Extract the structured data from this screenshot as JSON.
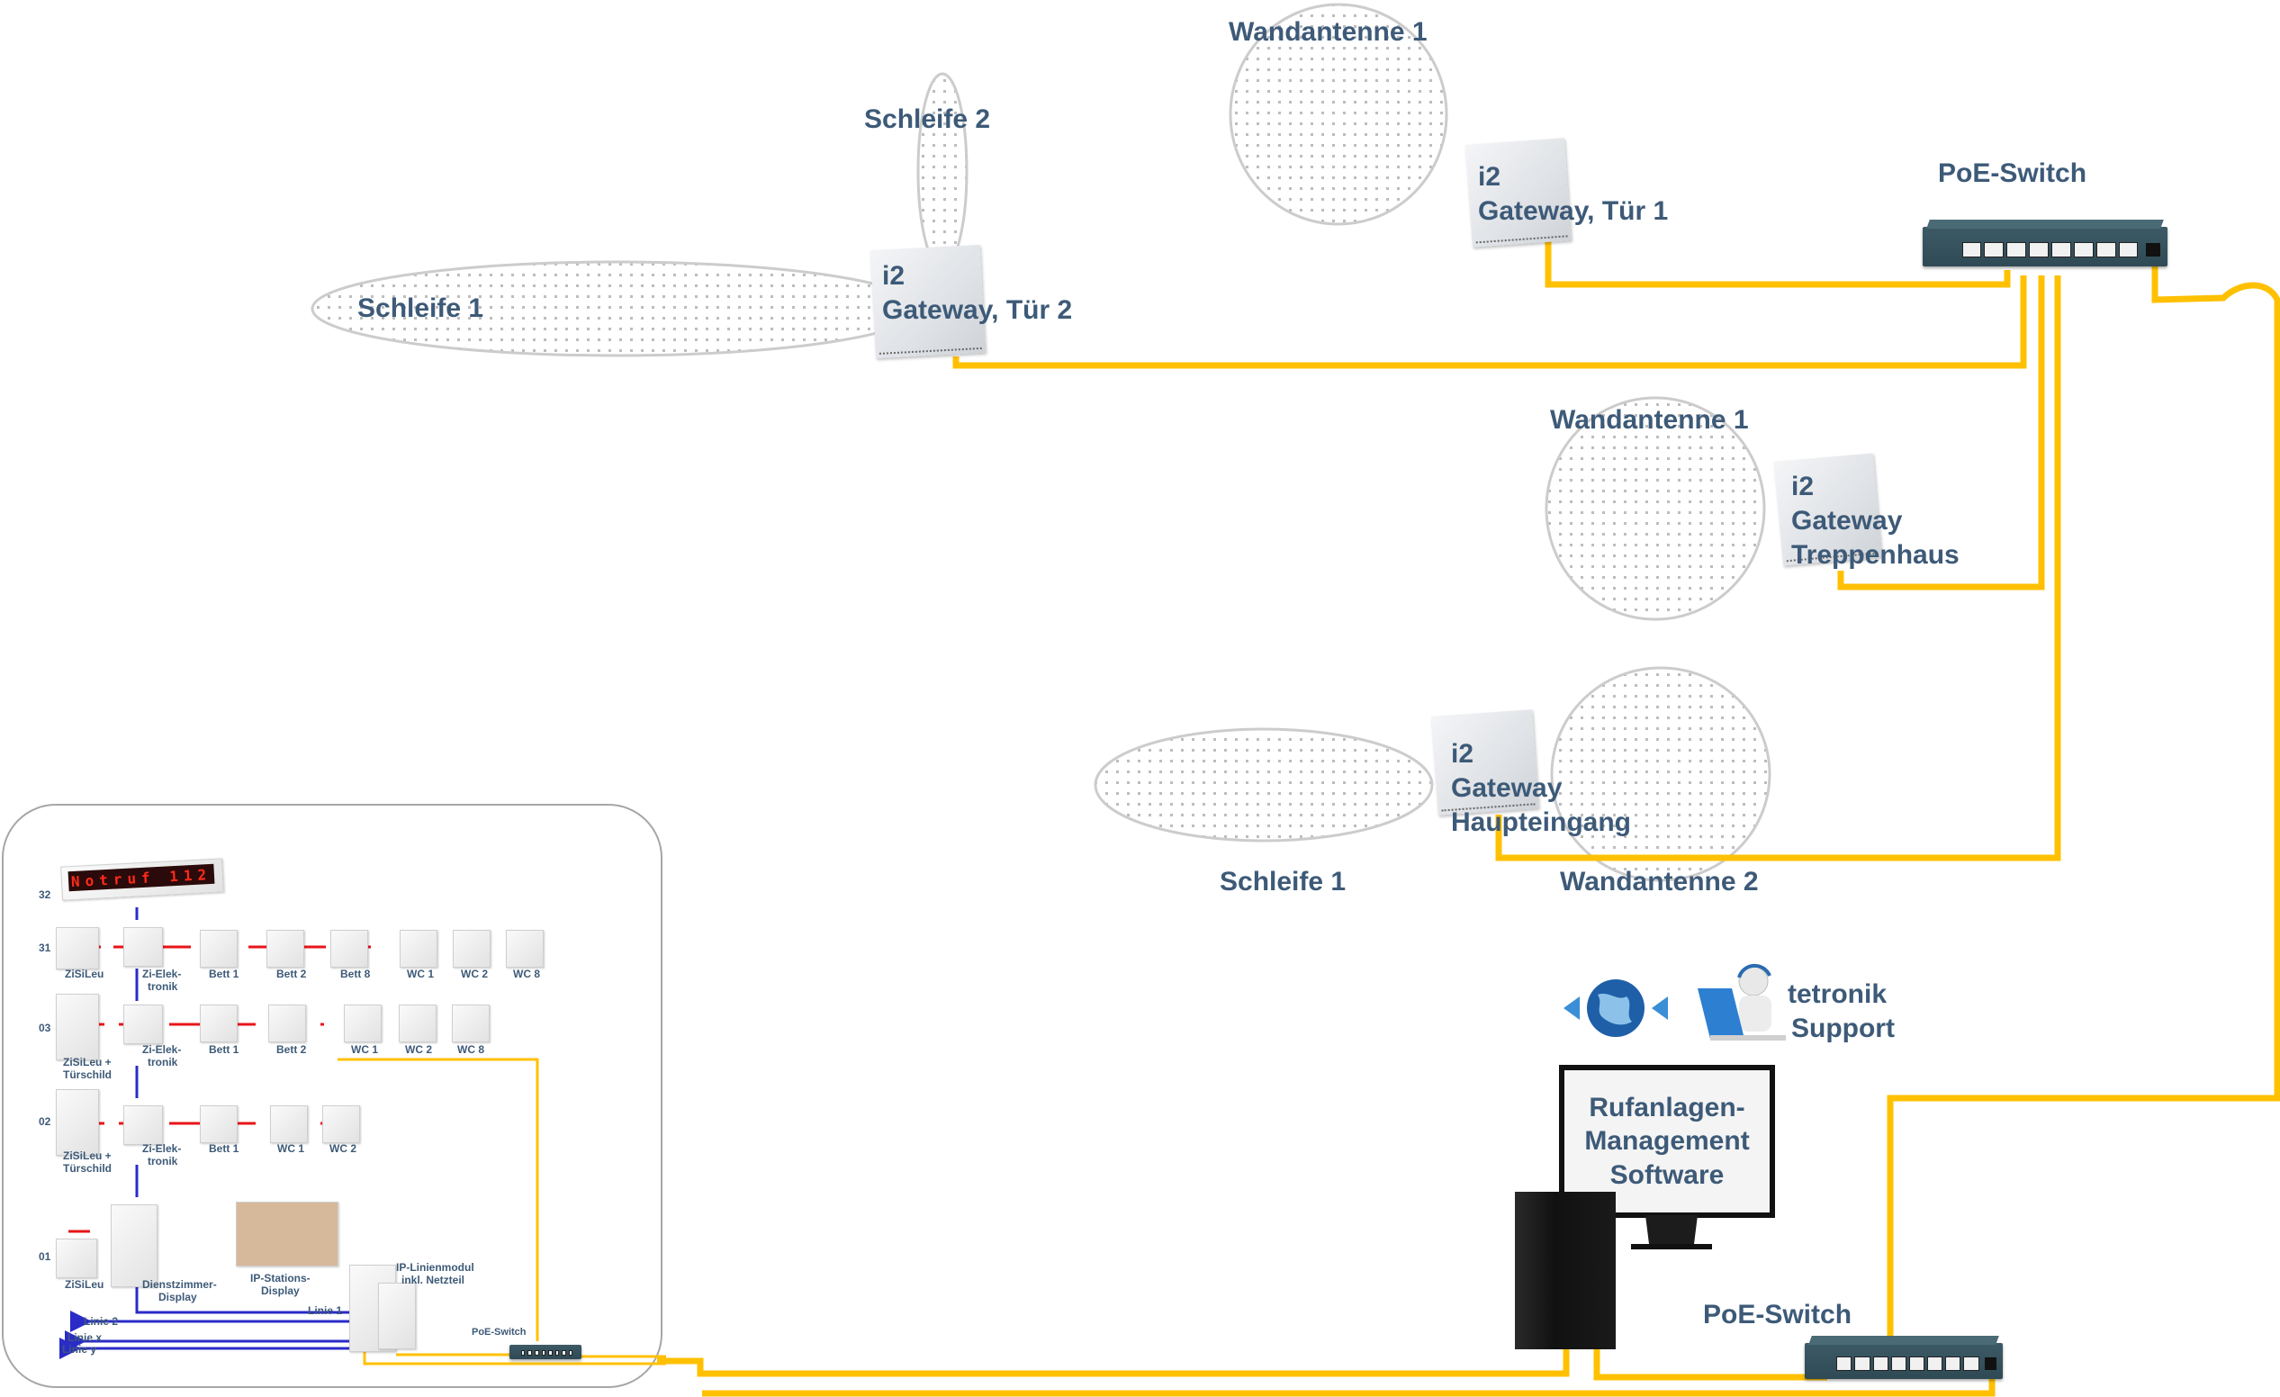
{
  "colors": {
    "label_text": "#3d5a78",
    "ethernet_cable": "#ffc000",
    "bus_line": "#2b2bc8",
    "room_line": "#e8141a",
    "zone_border": "#c8c8c8",
    "zone_dot": "#b8b8b8",
    "panel_border": "#a6a6a6",
    "switch_body": "#34505c",
    "led_text": "#ff2a1a"
  },
  "zones": {
    "schleife_2_top": "Schleife 2",
    "schleife_1_top": "Schleife 1",
    "wandantenne_1_top": "Wandantenne 1",
    "wandantenne_1_mid": "Wandantenne 1",
    "schleife_1_bottom": "Schleife 1",
    "wandantenne_2": "Wandantenne 2"
  },
  "gateways": {
    "tuer2": {
      "line1": "i2",
      "line2": "Gateway, Tür 2"
    },
    "tuer1": {
      "line1": "i2",
      "line2": "Gateway, Tür 1"
    },
    "treppenhaus": {
      "line1": "i2",
      "line2": "Gateway",
      "line3": "Treppenhaus"
    },
    "haupteingang": {
      "line1": "i2",
      "line2": "Gateway",
      "line3": "Haupteingang"
    }
  },
  "switches": {
    "top": "PoE-Switch",
    "bottom": "PoE-Switch",
    "panel": "PoE-Switch"
  },
  "support": {
    "line1": "tetronik",
    "line2": "Support"
  },
  "software": {
    "line1": "Rufanlagen-",
    "line2": "Management",
    "line3": "Software"
  },
  "panel": {
    "led_display": "Notruf 112",
    "rows": [
      {
        "number": "32"
      },
      {
        "number": "31",
        "devices": [
          "ZiSiLeu",
          "Zi-Elek-tronik",
          "Bett 1",
          "Bett 2",
          "Bett 8",
          "WC 1",
          "WC 2",
          "WC 8"
        ]
      },
      {
        "number": "03",
        "devices": [
          "ZiSiLeu + Türschild",
          "Zi-Elek-tronik",
          "Bett 1",
          "Bett 2",
          "WC 1",
          "WC 2",
          "WC 8"
        ]
      },
      {
        "number": "02",
        "devices": [
          "ZiSiLeu + Türschild",
          "Zi-Elek-tronik",
          "Bett 1",
          "WC 1",
          "WC 2"
        ]
      },
      {
        "number": "01",
        "devices": [
          "ZiSiLeu",
          "Dienstzimmer-Display"
        ]
      }
    ],
    "labels": {
      "zisileu_31": "ZiSiLeu",
      "zielek_31_a": "Zi-Elek-",
      "zielek_31_b": "tronik",
      "bett1_31": "Bett 1",
      "bett2_31": "Bett 2",
      "bett8_31": "Bett 8",
      "wc1_31": "WC 1",
      "wc2_31": "WC 2",
      "wc8_31": "WC 8",
      "zisileu_03_a": "ZiSiLeu +",
      "zisileu_03_b": "Türschild",
      "zielek_03_a": "Zi-Elek-",
      "zielek_03_b": "tronik",
      "bett1_03": "Bett 1",
      "bett2_03": "Bett 2",
      "wc1_03": "WC 1",
      "wc2_03": "WC 2",
      "wc8_03": "WC 8",
      "zisileu_02_a": "ZiSiLeu +",
      "zisileu_02_b": "Türschild",
      "zielek_02_a": "Zi-Elek-",
      "zielek_02_b": "tronik",
      "bett1_02": "Bett 1",
      "wc1_02": "WC 1",
      "wc2_02": "WC 2",
      "zisileu_01": "ZiSiLeu",
      "dz_a": "Dienstzimmer-",
      "dz_b": "Display",
      "ipsd_a": "IP-Stations-",
      "ipsd_b": "Display",
      "iplm_a": "IP-Linienmodul",
      "iplm_b": "inkl. Netzteil",
      "linie1": "Linie 1",
      "linie2": "Linie 2",
      "liniex": "Linie x",
      "liniey": "Linie y"
    }
  }
}
